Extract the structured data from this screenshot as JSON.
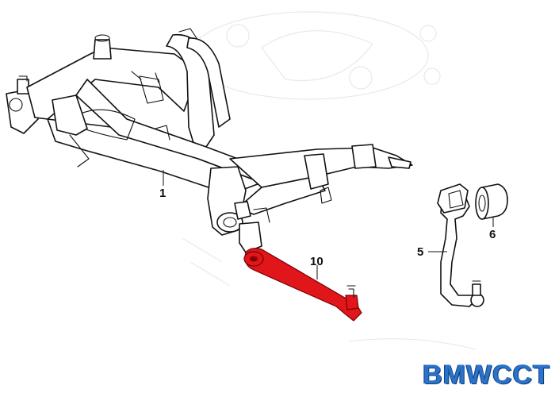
{
  "callouts": [
    {
      "id": "1",
      "label": "1"
    },
    {
      "id": "5",
      "label": "5"
    },
    {
      "id": "6",
      "label": "6"
    },
    {
      "id": "10",
      "label": "10"
    }
  ],
  "colors": {
    "highlight": "#e0161b",
    "line": "#111111",
    "logo": "#2a73c9"
  },
  "logo": {
    "text": "BMWCCT"
  }
}
